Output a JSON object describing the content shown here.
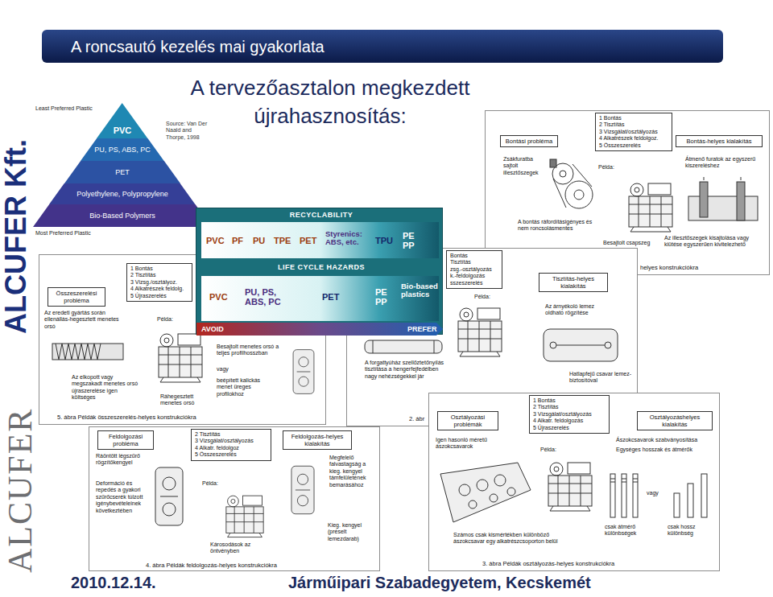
{
  "diagram": {
    "title": "A roncsautó kezelés mai gyakorlata",
    "nodes": [
      {
        "text": [
          "PVC"
        ]
      },
      {
        "text": [
          "PU, PS, ABS, PC"
        ]
      },
      {
        "text": [
          "PET"
        ]
      },
      {
        "text": [
          "Polyethylene, Polypropylene"
        ]
      },
      {
        "text": [
          "Bio-Based Polymers"
        ]
      },
      {
        "text": [
          "helyes konstrukciókra"
        ]
      },
      {
        "text": [
          "Bontási probléma"
        ],
        "in": 5
      },
      {
        "text": [
          "1 Bontás",
          "2 Tisztítás",
          "3 Vizsgálat/osztályozás",
          "4 Alkatrészek feldolgoz.",
          "5 Összeszerelés"
        ],
        "in": 5
      },
      {
        "text": [
          "Bontás-helyes kialakítás"
        ],
        "in": 5
      },
      {
        "text": [
          "RECYCLABILITY",
          "LIFE CYCLE HAZARDS",
          "AVOID",
          "PREFER"
        ]
      },
      {
        "text": [
          "2. ábr"
        ]
      },
      {
        "text": [
          "Bontás",
          "Tisztítás",
          "zsg.-osztályozás",
          "k.-feldolgozás",
          "sszeszerelés"
        ],
        "in": 10
      },
      {
        "text": [
          "Tisztítás-helyes kialakítás"
        ],
        "in": 10
      },
      {
        "text": [
          "5. ábra Példák összeszerelés-helyes konstrukciókra"
        ]
      },
      {
        "text": [
          "Összeszerelési probléma"
        ],
        "in": 13
      },
      {
        "text": [
          "1 Bontás",
          "2 Tisztítás",
          "3 Vizsg./osztályoz.",
          "4 Alkatrészek feldolg.",
          "5 Újraszerelés"
        ],
        "in": 13
      },
      {
        "text": [
          "4. ábra Példák feldolgozás-helyes konstrukciókra"
        ]
      },
      {
        "text": [
          "Feldolgozási probléma"
        ],
        "in": 16
      },
      {
        "text": [
          "2 Tisztítás",
          "3 Vizsgálat/osztályozás",
          "4 Alkatr. feldolgoz",
          "5 Összeszerelés"
        ],
        "in": 16
      },
      {
        "text": [
          "Feldolgozás-helyes kialakítás"
        ],
        "in": 16
      },
      {
        "text": [
          "3. ábra Példák osztályozás-helyes konstrukciókra"
        ]
      },
      {
        "text": [
          "Osztályozási problémák"
        ],
        "in": 20
      },
      {
        "text": [
          "1 Bontás",
          "2 Tisztítás",
          "3 Vizsgálat/osztályozás",
          "4 Alkatr. feldolgozás",
          "5 Újraszerelés"
        ],
        "in": 20
      },
      {
        "text": [
          "Osztályozáshelyes kialakítás"
        ],
        "in": 20
      }
    ],
    "labels": [
      "A tervezőasztalon megkezdett újrahasznosítás:",
      "ALCUFER Kft.",
      "ALCUFER",
      "2010.12.14.",
      "Járműipari Szabadegyetem, Kecskemét",
      "Least Preferred Plastic",
      "Most Preferred Plastic",
      "Source: Van Der Naald and Thorpe, 1998",
      "PVC",
      "PF",
      "PU",
      "TPE",
      "PET",
      "Styrenics: ABS, etc.",
      "TPU",
      "PE PP",
      "PVC",
      "PU, PS, ABS, PC",
      "PET",
      "PE PP",
      "Bio-based plastics",
      "Zsákfuratba sajtolt illesztőszegek",
      "Példa:",
      "A bontás ráfordításigényes és nem roncsolásmentes",
      "Besajtolt csapszeg",
      "Átmenő furatok az egyszerű kiszereléshez",
      "Az illesztőszegek kisajtolása vagy kiütése egyszerűen kivitelezhető",
      "Példa:",
      "Az árnyékoló lemez oldható rögzítése",
      "A forgattyúház szellőztetőnyílás tisztítása a hengerfejfedélben nagy nehézségekkel jár",
      "Hatlapfejű csavar lemez-biztosítóval",
      "Az eredeti gyártás során ellenállás-hegesztett menetes orsó",
      "Példa:",
      "Besajtolt menetes orsó a teljes profilhosszban",
      "vagy",
      "beépített kalickás menet üreges profilokhoz",
      "Az elkopott vagy megszakadt menetes orsó újraszerelése igen költséges",
      "Ráhegesztett menetes orsó",
      "Ráöntött légszűrő rögzítőkengyel",
      "Deformáció és repedés a gyakori szűrőcserék túlzott igénybevételeinek következtében",
      "Példa:",
      "Megfelelő falvastagság a kieg. kengyel támfelületének bemarásához",
      "Kieg. kengyel (préselt lemezdarab)",
      "Károsodások az öntvényben",
      "Igen hasonló méretű ászokcsavarok",
      "Példa:",
      "Ászokcsavarok szabványosítása",
      "Egységes hosszak és átmérők",
      "vagy",
      "csak átmérő különbségek",
      "csak hossz különbség",
      "Számos csak kismértékben különböző ászokcsavar egy alkatrészcsoporton belül"
    ]
  }
}
